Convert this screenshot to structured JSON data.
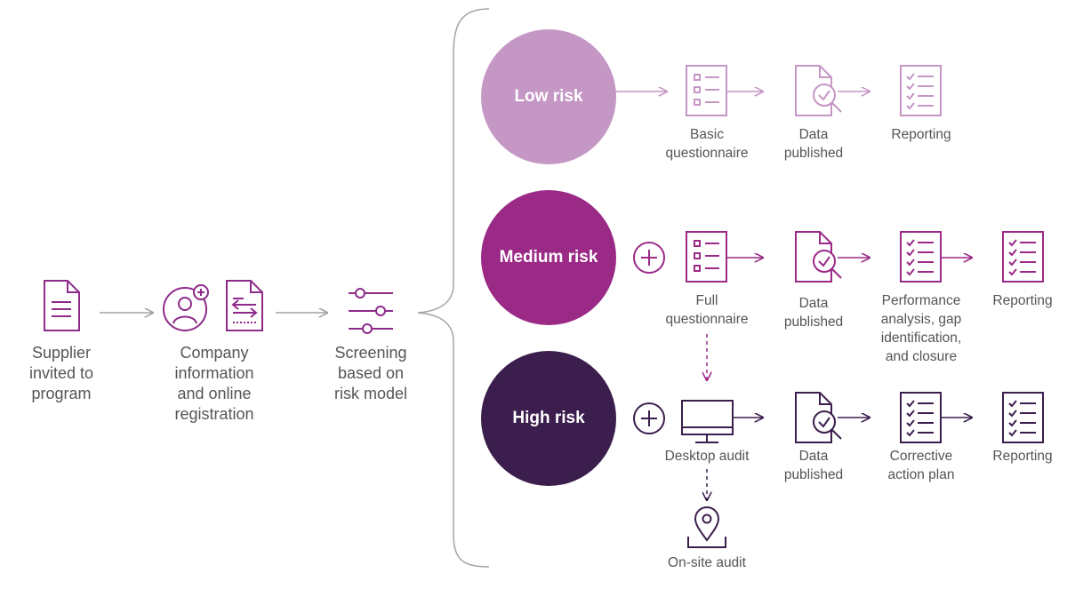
{
  "colors": {
    "low": "#c597c5",
    "medium": "#9b2a87",
    "high": "#3b1e4d",
    "left": "#8e2a8a",
    "arrow": "#a3a3a3",
    "text": "#555555"
  },
  "left_steps": [
    {
      "label": "Supplier\ninvited to\nprogram"
    },
    {
      "label": "Company\ninformation\nand online\nregistration"
    },
    {
      "label": "Screening\nbased on\nrisk model"
    }
  ],
  "tiers": {
    "low": {
      "title": "Low risk",
      "steps": [
        {
          "label": "Basic\nquestionnaire",
          "icon": "questionnaire-icon"
        },
        {
          "label": "Data\npublished",
          "icon": "data-published-icon"
        },
        {
          "label": "Reporting",
          "icon": "reporting-icon"
        }
      ]
    },
    "medium": {
      "title": "Medium risk",
      "steps": [
        {
          "label": "Full\nquestionnaire",
          "icon": "questionnaire-icon"
        },
        {
          "label": "Data\npublished",
          "icon": "data-published-icon"
        },
        {
          "label": "Performance\nanalysis, gap\nidentification,\nand closure",
          "icon": "checklist-icon"
        },
        {
          "label": "Reporting",
          "icon": "reporting-icon"
        }
      ]
    },
    "high": {
      "title": "High risk",
      "steps": [
        {
          "label": "Desktop audit",
          "icon": "desktop-icon"
        },
        {
          "label": "Data\npublished",
          "icon": "data-published-icon"
        },
        {
          "label": "Corrective\naction plan",
          "icon": "checklist-icon"
        },
        {
          "label": "Reporting",
          "icon": "reporting-icon"
        }
      ],
      "extra": {
        "label": "On-site audit",
        "icon": "location-pin-icon"
      }
    }
  }
}
